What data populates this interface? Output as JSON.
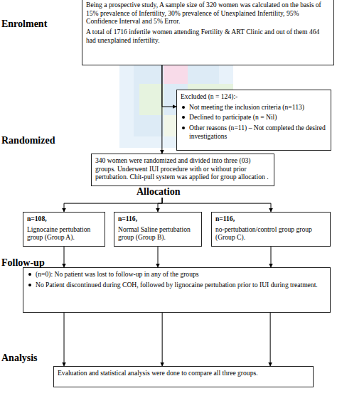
{
  "diagram": {
    "nodes": [
      {
        "text": [
          "Being a prospective study, A sample size of 320 women was calculated on the basis of 15% prevalence of Infertility, 30% prevalence of Unexplained Infertility, 95% Confidence Interval and 5% Error.",
          "A total of 1716 infertile women attending Fertility & ART Clinic and out of them 464 had unexplained infertility."
        ]
      },
      {
        "text": [
          "Excluded (n = 124):-",
          "Not meeting the inclusion criteria (n=113)",
          "Declined to participate (n = Nil)",
          "Other reasons (n=11) – Not completed the desired investigations"
        ]
      },
      {
        "text": [
          "340 women were randomized and divided into three (03) groups. Underwent IUI procedure with or without prior pertubation. Chit-pull system was applied for group allocation ."
        ]
      },
      {
        "text": [
          "n=108,",
          "Lignocaine pertubation group (Group A)."
        ]
      },
      {
        "text": [
          "n=116,",
          "Normal Saline pertubation group (Group B)."
        ]
      },
      {
        "text": [
          "n=116,",
          "no-pertubation/control group group (Group C)."
        ]
      },
      {
        "text": [
          "(n=0): No patient was lost to follow-up in any of the groups",
          "No Patient discontinued during COH, followed by lignocaine pertubation prior to IUI during treatment."
        ]
      },
      {
        "text": [
          "Evaluation and statistical analysis were done to compare all three groups."
        ]
      }
    ],
    "edges": [
      {
        "from": 0,
        "to": 1,
        "arrow": "to"
      },
      {
        "from": 0,
        "to": 2,
        "arrow": "to"
      },
      {
        "from": 2,
        "to": 3,
        "arrow": "to"
      },
      {
        "from": 2,
        "to": 4,
        "arrow": "to"
      },
      {
        "from": 2,
        "to": 5,
        "arrow": "to"
      },
      {
        "from": 3,
        "to": 6,
        "arrow": "to"
      },
      {
        "from": 4,
        "to": 6,
        "arrow": "to"
      },
      {
        "from": 5,
        "to": 6,
        "arrow": "to"
      },
      {
        "from": 6,
        "to": 7,
        "arrow": "to"
      },
      {
        "from": 6,
        "to": 7,
        "arrow": "to"
      },
      {
        "from": 6,
        "to": 7,
        "arrow": "to"
      }
    ],
    "labels": [
      "Enrolment",
      "Randomized",
      "Allocation",
      "Follow-up",
      "Analysis"
    ]
  }
}
